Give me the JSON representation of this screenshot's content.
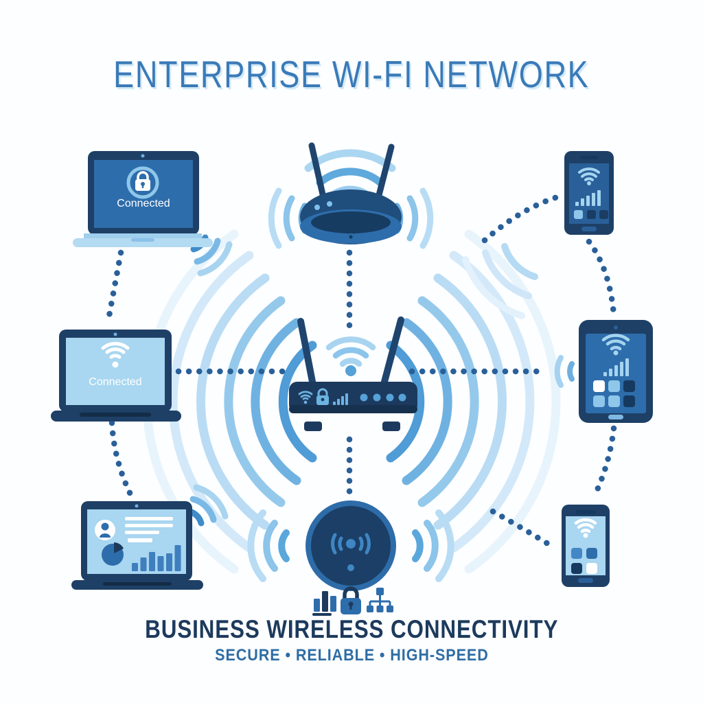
{
  "title": "ENTERPRISE WI-FI NETWORK",
  "footer": {
    "heading": "BUSINESS WIRELESS CONNECTIVITY",
    "tagline": "SECURE • RELIABLE • HIGH-SPEED",
    "icons": [
      "bar-chart-icon",
      "lock-icon",
      "network-tree-icon"
    ]
  },
  "labels": {
    "laptop_secure": "Connected",
    "laptop_wifi": "Connected"
  },
  "devices": [
    "ceiling-access-point",
    "wireless-router",
    "floor-access-point",
    "laptop-secure",
    "laptop-wifi",
    "laptop-dashboard",
    "smartphone-signal",
    "tablet-device",
    "smartphone-apps"
  ],
  "palette": {
    "navy": "#1c3a5c",
    "medium_blue": "#2e6dab",
    "light_blue": "#a9d6f0",
    "wave_inner": "#4f9cd6",
    "wave_outer": "#d3e9f9",
    "dot_blue": "#2a6099",
    "title_blue": "#3a7ab8",
    "white": "#ffffff"
  }
}
